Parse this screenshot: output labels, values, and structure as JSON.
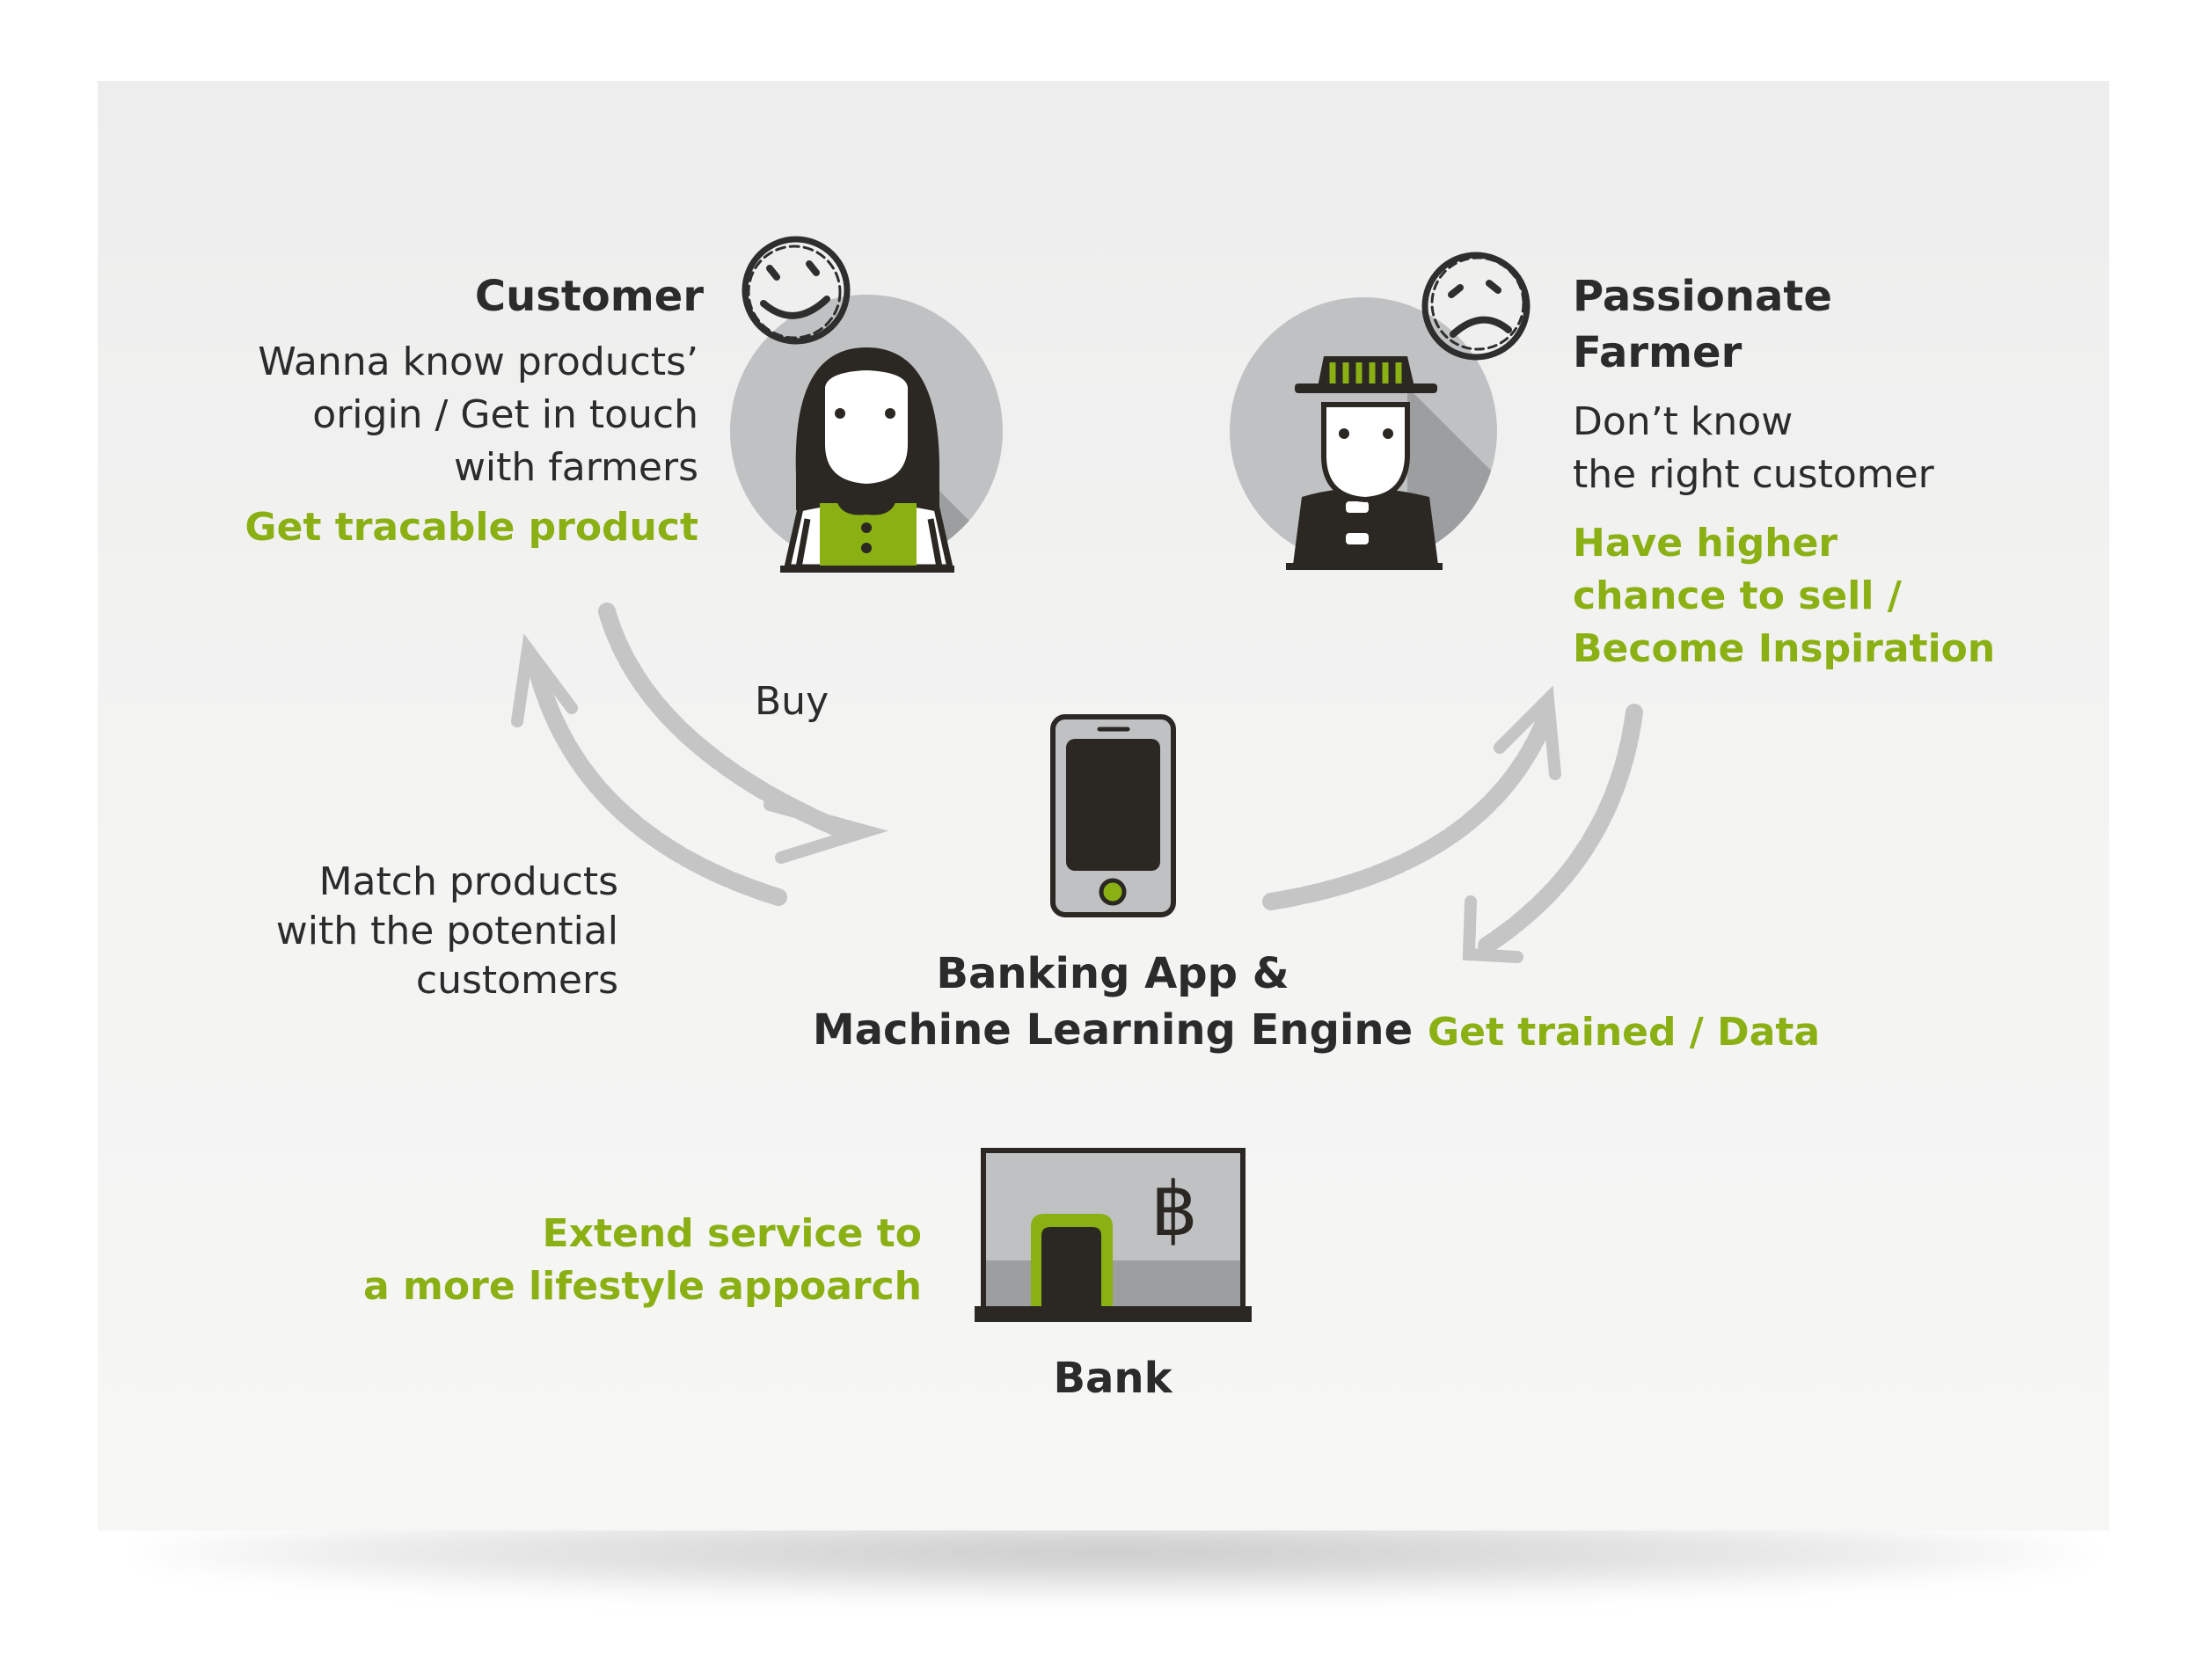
{
  "colors": {
    "accent_green": "#8ab014",
    "dark": "#2b2b2b",
    "circle_grey": "#bfc1c3",
    "arrow_grey": "#c5c5c5"
  },
  "customer": {
    "title": "Customer",
    "description_lines": [
      "Wanna know products’",
      "origin / Get in touch",
      "with farmers"
    ],
    "benefit": "Get tracable product",
    "mood_icon": "smiley-face-icon",
    "avatar_icon": "woman-avatar-icon"
  },
  "farmer": {
    "title_lines": [
      "Passionate",
      "Farmer"
    ],
    "description_lines": [
      "Don’t know",
      "the right customer"
    ],
    "benefit_lines": [
      "Have higher",
      "chance to sell /",
      "Become Inspiration"
    ],
    "mood_icon": "sad-face-icon",
    "avatar_icon": "farmer-avatar-icon"
  },
  "app": {
    "title_lines": [
      "Banking App &",
      "Machine Learning Engine"
    ],
    "icon": "smartphone-icon"
  },
  "flows": {
    "buy": "Buy",
    "match_lines": [
      "Match products",
      "with the potential",
      "customers"
    ],
    "trained": "Get trained / Data"
  },
  "bank": {
    "title": "Bank",
    "currency_symbol": "฿",
    "icon": "bank-building-icon",
    "benefit_lines": [
      "Extend service to",
      "a more lifestyle appoarch"
    ]
  }
}
